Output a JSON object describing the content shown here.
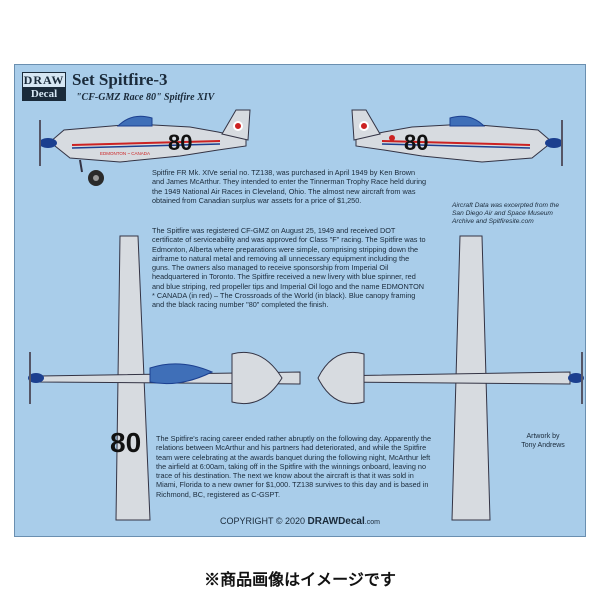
{
  "logo": {
    "line1": "DRAW",
    "line2": "Decal"
  },
  "title": "Set Spitfire-3",
  "subtitle": "\"CF-GMZ Race 80\" Spitfire XIV",
  "race_number": "80",
  "fuselage_text": "EDMONTON ~ CANADA",
  "paragraphs": [
    "Spitfire FR Mk. XIVe serial no. TZ138, was purchased in April 1949 by Ken Brown and James McArthur. They intended to enter the Tinnerman Trophy Race held during the 1949 National Air Races in Cleveland, Ohio. The almost new aircraft from was obtained from Canadian surplus war assets for a price of $1,250.",
    "The Spitfire was registered CF-GMZ on August 25, 1949 and received DOT certificate of serviceability and was approved for Class \"F\" racing. The Spitfire was to Edmonton, Alberta where preparations were simple, comprising stripping down the airframe to natural metal and removing all unnecessary equipment including the guns. The owners also managed to receive sponsorship from Imperial Oil headquartered in Toronto. The Spitfire received a new livery with blue spinner, red and blue striping, red propeller tips and Imperial Oil logo and the name EDMONTON * CANADA (in red) – The Crossroads of the World (in black). Blue canopy framing and the black racing number \"80\" completed the finish.",
    "The Spitfire's racing career ended rather abruptly on the following day. Apparently the relations between McArthur and his partners had deteriorated, and while the Spitfire team were celebrating at the awards banquet during the following night, McArthur left the airfield at 6:00am, taking off in the Spitfire with the winnings onboard, leaving no trace of his destination. The next we know about the aircraft is that it was sold in Miami, Florida to a new owner for $1,000. TZ138 survives to this day and is based in Richmond, BC, registered as C-GSPT."
  ],
  "note": "Aircraft Data was excerpted from the San Diego Air and Space Museum Archive and Spitfiresite.com",
  "artwork": {
    "line1": "Artwork by",
    "line2": "Tony Andrews"
  },
  "copyright": {
    "prefix": "COPYRIGHT © 2020 ",
    "brand": "DRAWDecal",
    "domain": ".com"
  },
  "caption": "※商品画像はイメージです",
  "colors": {
    "sheet": "#a9cdea",
    "metal": "#d7dbe0",
    "blue": "#1b3f8f",
    "red": "#cc2222",
    "ink": "#1a2a3a"
  }
}
